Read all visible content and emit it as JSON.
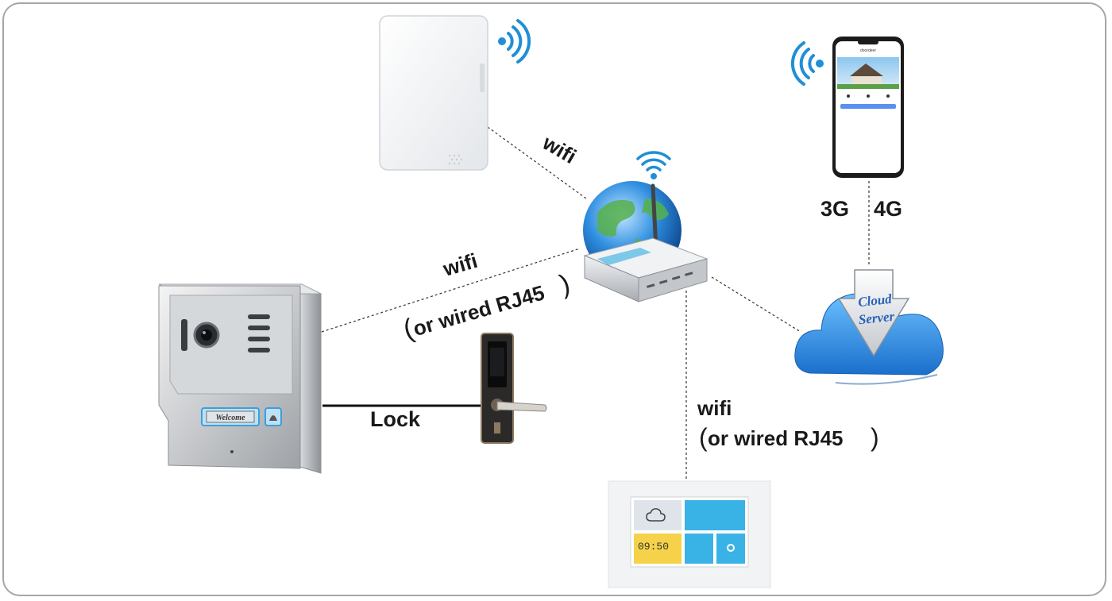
{
  "labels": {
    "wifi_top": "wifi",
    "wifi_left": "wifi",
    "wired_left": "or wired RJ45",
    "lock": "Lock",
    "wifi_bottom": "wifi",
    "wired_bottom": "or wired RJ45",
    "net_3g": "3G",
    "net_4g": "4G"
  },
  "cloud": {
    "line1": "Cloud",
    "line2": "Server"
  },
  "doorbell": {
    "nameplate": "Welcome"
  },
  "monitor": {
    "clock": "09:50"
  },
  "phone": {
    "app_title": "doordeer"
  },
  "colors": {
    "frame": "#a6a6a6",
    "wifi_signal": "#1f8fd6",
    "cloud": "#2f8fe0",
    "text": "#1a1a1a"
  }
}
